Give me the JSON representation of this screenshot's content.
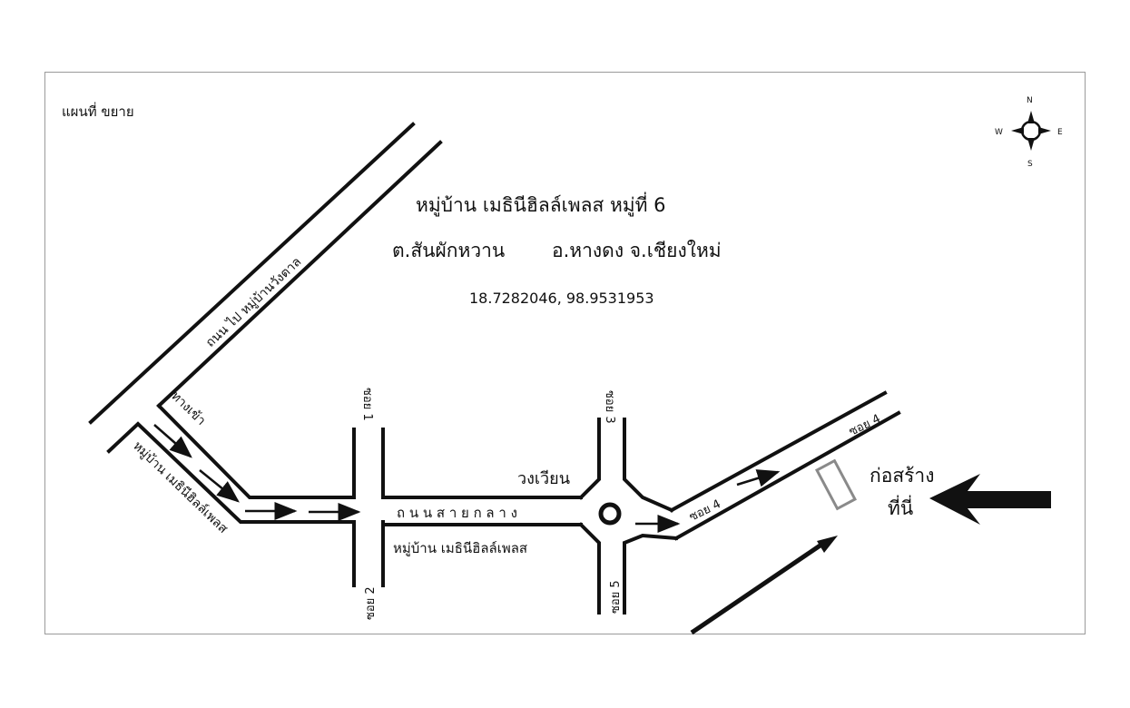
{
  "map": {
    "corner_label": "แผนที่ ขยาย",
    "title_line1": "หมู่บ้าน เมธินีฮิลล์เพลส หมู่ที่ 6",
    "title_line2_a": "ต.สันผักหวาน",
    "title_line2_b": "อ.หางดง จ.เชียงใหม่",
    "coordinates": "18.7282046, 98.9531953",
    "compass": {
      "n": "N",
      "s": "S",
      "e": "E",
      "w": "W"
    },
    "roads": {
      "to_village": "ถนน ไป หมู่บ้านวังตาล",
      "entrance": "ทางเข้า",
      "village_side": "หมู่บ้าน เมธินีฮิลล์เพลส",
      "main_road": "ถ น น ส า ย ก ล า ง",
      "main_road_sub": "หมู่บ้าน เมธินีฮิลล์เพลส",
      "soi1": "ซอย 1",
      "soi2": "ซอย 2",
      "soi3": "ซอย 3",
      "soi4": "ซอย 4",
      "soi4_end": "ซอย 4",
      "soi5": "ซอย 5",
      "roundabout": "วงเวียน"
    },
    "site_label_line1": "ก่อสร้าง",
    "site_label_line2": "ที่นี่"
  }
}
